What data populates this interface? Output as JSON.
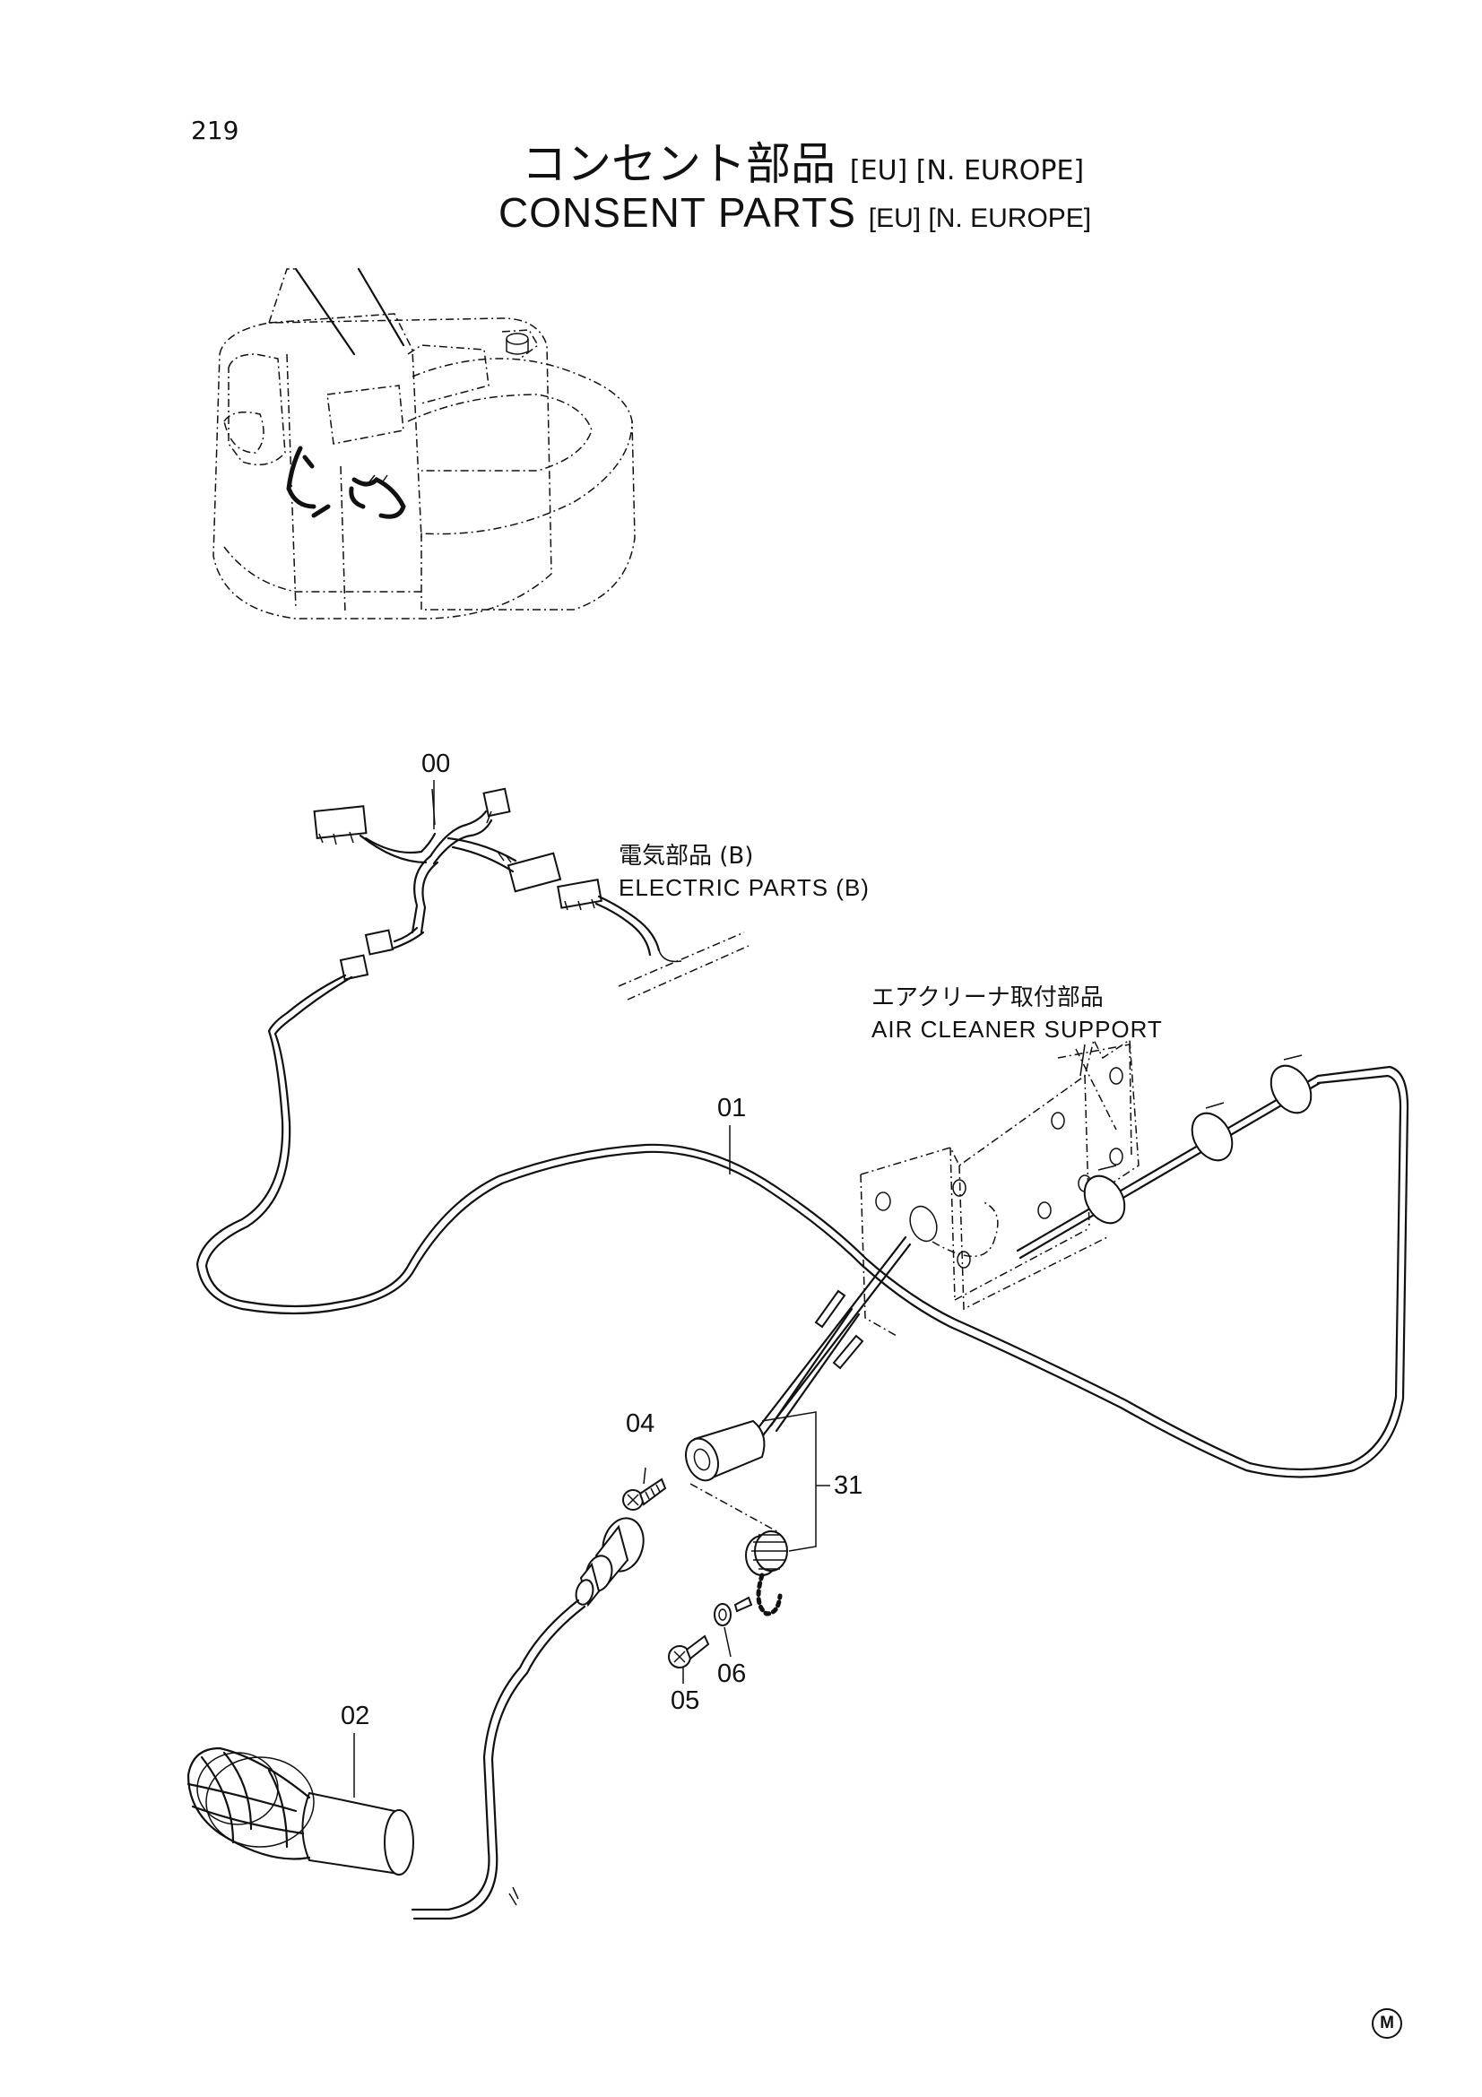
{
  "page": {
    "number": "219",
    "title_jp": "コンセント部品",
    "title_en": "CONSENT  PARTS",
    "region_tags": "[EU] [N. EUROPE]",
    "mark": "M"
  },
  "references": [
    {
      "jp": "電気部品 (B)",
      "en": "ELECTRIC  PARTS  (B)"
    },
    {
      "jp": "エアクリーナ取付部品",
      "en": "AIR  CLEANER  SUPPORT"
    }
  ],
  "callouts": [
    "00",
    "01",
    "02",
    "04",
    "05",
    "06",
    "31"
  ]
}
